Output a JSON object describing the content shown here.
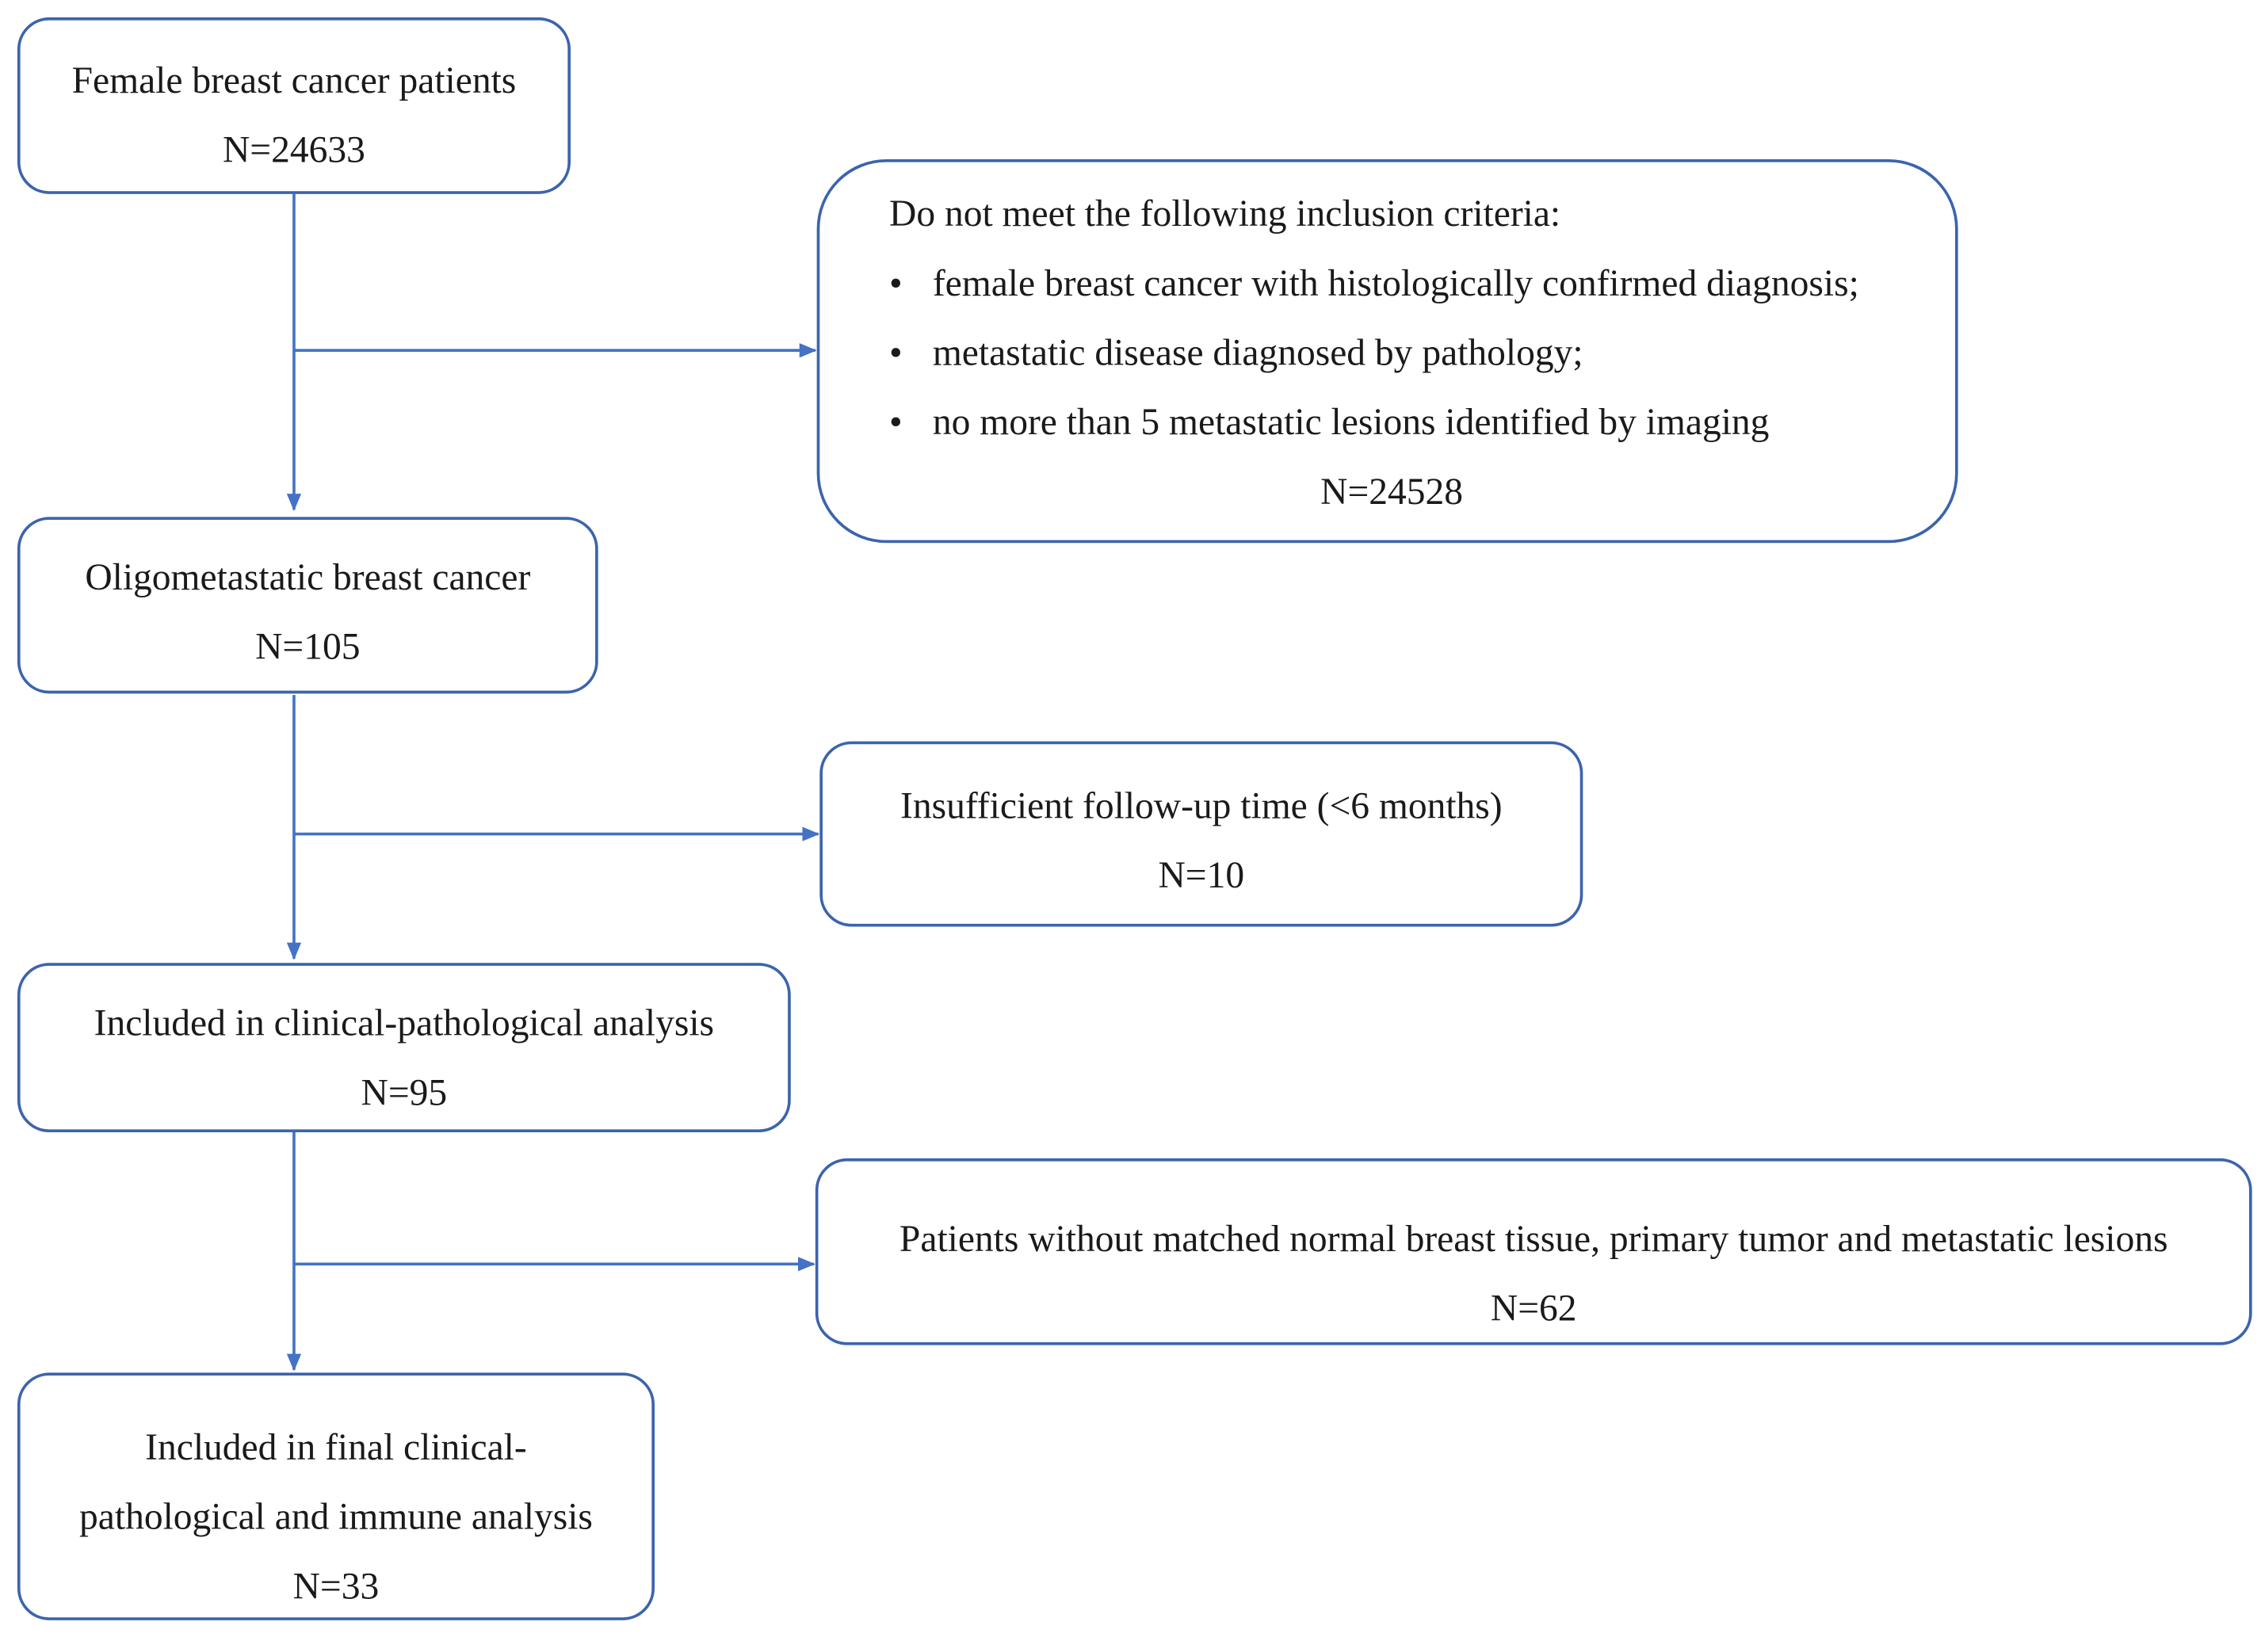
{
  "steps": [
    {
      "title": "Female breast cancer patients",
      "count": "N=24633"
    },
    {
      "title": "Oligometastatic breast cancer",
      "count": "N=105"
    },
    {
      "title": "Included in clinical-pathological analysis",
      "count": "N=95"
    },
    {
      "title_line1": "Included in final clinical-",
      "title_line2": "pathological and immune analysis",
      "count": "N=33"
    }
  ],
  "exclusions": [
    {
      "heading": "Do not meet the following inclusion criteria:",
      "criteria": [
        "female breast cancer with histologically confirmed diagnosis;",
        "metastatic disease diagnosed by pathology;",
        "no more than 5 metastatic lesions identified by imaging"
      ],
      "count": "N=24528"
    },
    {
      "title": "Insufficient follow-up time (<6 months)",
      "count": "N=10"
    },
    {
      "title": "Patients without matched normal breast tissue, primary tumor and metastatic lesions",
      "count": "N=62"
    }
  ],
  "colors": {
    "border": "#3c64ac",
    "arrow": "#4472c4",
    "text": "#1a1a1a"
  }
}
